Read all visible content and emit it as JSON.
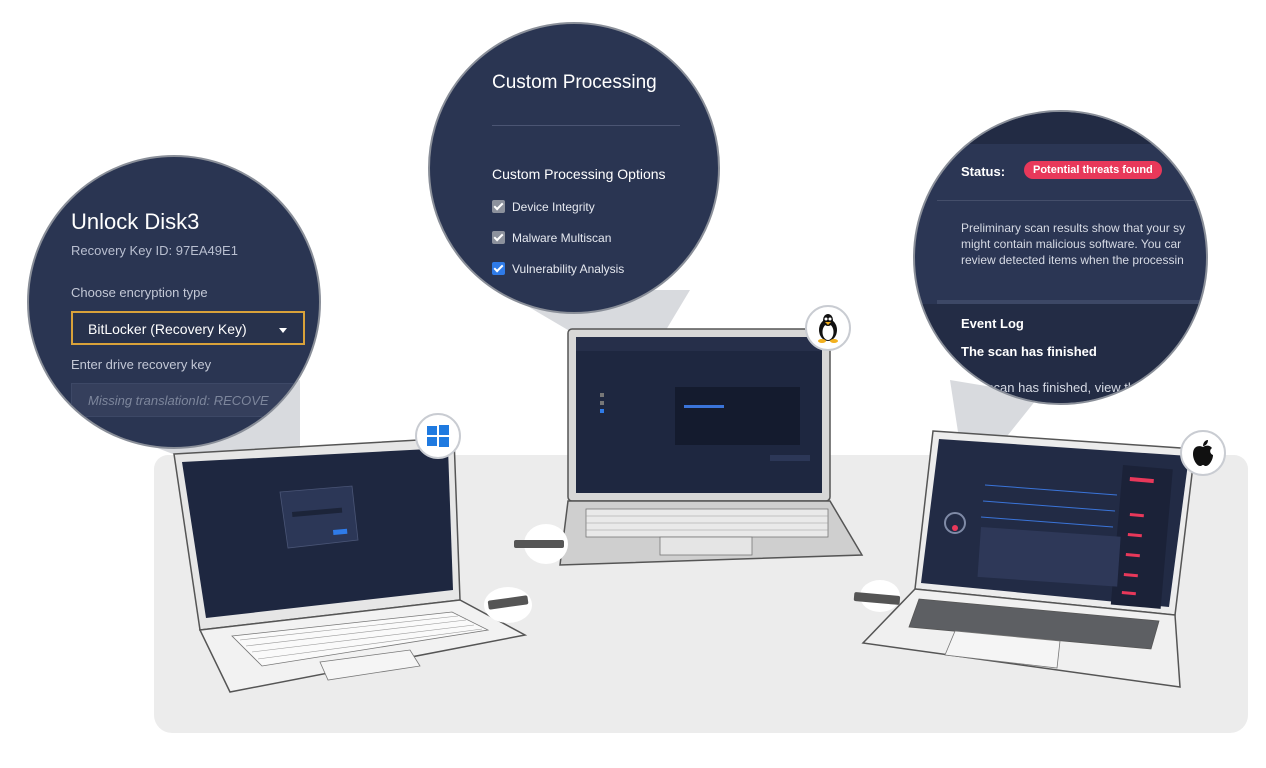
{
  "left_callout": {
    "title": "Unlock Disk3",
    "recovery_key_id": "Recovery Key ID: 97EA49E1",
    "encryption_label": "Choose encryption type",
    "encryption_value": "BitLocker (Recovery Key)",
    "recovery_label": "Enter drive recovery key",
    "recovery_placeholder": "Missing translationId: RECOVE"
  },
  "mid_callout": {
    "title": "Custom Processing",
    "options_heading": "Custom Processing Options",
    "options": [
      {
        "label": "Device Integrity",
        "checked": true,
        "style": "grey"
      },
      {
        "label": "Malware Multiscan",
        "checked": true,
        "style": "grey"
      },
      {
        "label": "Vulnerability Analysis",
        "checked": true,
        "style": "blue"
      }
    ]
  },
  "right_callout": {
    "status_label": "Status:",
    "status_badge": "Potential threats found",
    "description": "Preliminary scan results show that your sy\nmight contain malicious software. You car\nreview detected items when the processin",
    "event_log": "Event Log",
    "finished_title": "The scan has finished",
    "finished_text": "The scan has finished, view th"
  },
  "os_badges": {
    "windows": "windows-logo",
    "linux": "linux-logo",
    "mac": "apple-logo"
  },
  "colors": {
    "panel": "#2a3552",
    "accent_orange": "#d9a23a",
    "badge_red": "#e8385a",
    "checkbox_blue": "#2f7be8"
  }
}
